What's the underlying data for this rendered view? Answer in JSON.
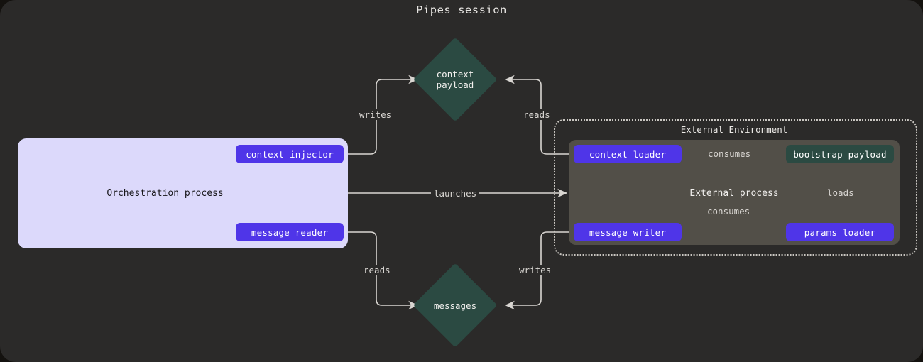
{
  "title": "Pipes session",
  "colors": {
    "page_background": "#2b2a29",
    "orchestration_fill": "#dcd9fb",
    "external_process_fill": "#524f48",
    "node_purple": "#4f35e8",
    "node_teal": "#2b4a42",
    "edge_stroke": "#d9d6d2"
  },
  "containers": {
    "orchestration": {
      "label": "Orchestration process"
    },
    "external_environment": {
      "label": "External Environment"
    },
    "external_process": {
      "label": "External process"
    }
  },
  "nodes": {
    "context_injector": {
      "label": "context injector",
      "kind": "purple"
    },
    "message_reader": {
      "label": "message reader",
      "kind": "purple"
    },
    "context_loader": {
      "label": "context loader",
      "kind": "purple"
    },
    "message_writer": {
      "label": "message writer",
      "kind": "purple"
    },
    "params_loader": {
      "label": "params loader",
      "kind": "purple"
    },
    "bootstrap_payload": {
      "label": "bootstrap payload",
      "kind": "teal"
    },
    "context_payload": {
      "label_line1": "context",
      "label_line2": "payload",
      "kind": "diamond"
    },
    "messages": {
      "label_line1": "messages",
      "label_line2": "",
      "kind": "diamond"
    }
  },
  "edges": [
    {
      "id": "writes-context",
      "label": "writes",
      "from": "context injector",
      "to": "context payload"
    },
    {
      "id": "reads-context",
      "label": "reads",
      "from": "context loader",
      "to": "context payload"
    },
    {
      "id": "launches",
      "label": "launches",
      "from": "Orchestration process",
      "to": "External process"
    },
    {
      "id": "reads-messages",
      "label": "reads",
      "from": "message reader",
      "to": "messages"
    },
    {
      "id": "writes-messages",
      "label": "writes",
      "from": "message writer",
      "to": "messages"
    },
    {
      "id": "consumes-context",
      "label": "consumes",
      "from": "context loader",
      "to": "bootstrap payload"
    },
    {
      "id": "consumes-message",
      "label": "consumes",
      "from": "message writer",
      "to": "bootstrap payload"
    },
    {
      "id": "loads",
      "label": "loads",
      "from": "params loader",
      "to": "bootstrap payload"
    }
  ]
}
